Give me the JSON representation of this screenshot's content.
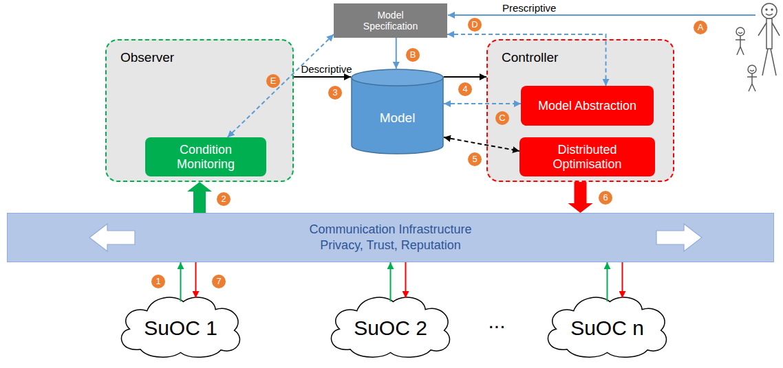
{
  "diagram": {
    "nodes": [
      {
        "text": [
          "Model Specification"
        ]
      },
      {
        "text": [
          "Observer"
        ]
      },
      {
        "text": [
          "Condition Monitoring"
        ],
        "in": 1
      },
      {
        "text": [
          "Model"
        ]
      },
      {
        "text": [
          "Controller"
        ]
      },
      {
        "text": [
          "Model Abstraction"
        ],
        "in": 4
      },
      {
        "text": [
          "Distributed Optimisation"
        ],
        "in": 4
      },
      {
        "text": [
          "Communication Infrastructure",
          "Privacy, Trust, Reputation"
        ]
      },
      {
        "text": [
          "SuOC 1"
        ]
      },
      {
        "text": [
          "SuOC 2"
        ]
      },
      {
        "text": [
          "SuOC n"
        ]
      }
    ],
    "edges": [
      {
        "from": 0,
        "to": 3,
        "arrow": "to"
      },
      {
        "from": 0,
        "to": 5,
        "arrow": "both"
      },
      {
        "from": 3,
        "to": 5,
        "arrow": "both"
      },
      {
        "from": 3,
        "to": 6,
        "arrow": "both"
      },
      {
        "from": 1,
        "to": 3,
        "label": "Descriptive",
        "arrow": "to"
      },
      {
        "from": 3,
        "to": 4,
        "arrow": "to"
      },
      {
        "from": 0,
        "to": 2,
        "arrow": "both"
      },
      {
        "from": 7,
        "to": 1,
        "arrow": "to"
      },
      {
        "from": 4,
        "to": 7,
        "arrow": "to"
      },
      {
        "from": 8,
        "to": 7,
        "arrow": "to"
      },
      {
        "from": 7,
        "to": 8,
        "arrow": "to"
      },
      {
        "from": 9,
        "to": 7,
        "arrow": "to"
      },
      {
        "from": 7,
        "to": 9,
        "arrow": "to"
      },
      {
        "from": 10,
        "to": 7,
        "arrow": "to"
      },
      {
        "from": 7,
        "to": 10,
        "arrow": "to"
      }
    ],
    "labels": [
      "Prescriptive",
      "A",
      "B",
      "C",
      "D",
      "E",
      "1",
      "2",
      "3",
      "4",
      "5",
      "6",
      "7",
      "..."
    ]
  }
}
